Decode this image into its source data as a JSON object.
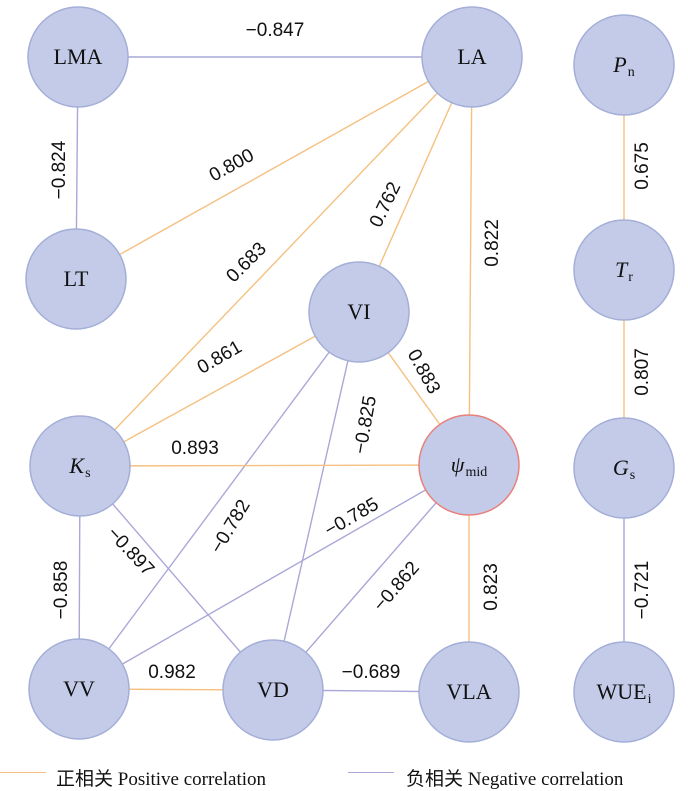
{
  "colors": {
    "positive": "#f5c080",
    "negative": "#a9a8d8",
    "node_fill": "#c3cbe9",
    "node_stroke": "#a4afd8",
    "highlight_stroke": "#e8807c"
  },
  "nodes": {
    "LMA": {
      "main": "LMA",
      "sub": ""
    },
    "LA": {
      "main": "LA",
      "sub": ""
    },
    "Pn": {
      "main": "P",
      "sub": "n"
    },
    "LT": {
      "main": "LT",
      "sub": ""
    },
    "VI": {
      "main": "VI",
      "sub": ""
    },
    "Tr": {
      "main": "T",
      "sub": "r"
    },
    "Ks": {
      "main": "K",
      "sub": "s"
    },
    "psi": {
      "main": "ψ",
      "sub": "mid"
    },
    "Gs": {
      "main": "G",
      "sub": "s"
    },
    "VV": {
      "main": "VV",
      "sub": ""
    },
    "VD": {
      "main": "VD",
      "sub": ""
    },
    "VLA": {
      "main": "VLA",
      "sub": ""
    },
    "WUE": {
      "main": "WUE",
      "sub": "i"
    }
  },
  "edges": [
    {
      "from": "LMA",
      "to": "LA",
      "label": "−0.847",
      "sign": "negative"
    },
    {
      "from": "LMA",
      "to": "LT",
      "label": "−0.824",
      "sign": "negative"
    },
    {
      "from": "LT",
      "to": "LA",
      "label": "0.800",
      "sign": "positive"
    },
    {
      "from": "LA",
      "to": "Ks",
      "label": "0.683",
      "sign": "positive"
    },
    {
      "from": "LA",
      "to": "VI",
      "label": "0.762",
      "sign": "positive"
    },
    {
      "from": "LA",
      "to": "psi",
      "label": "0.822",
      "sign": "positive"
    },
    {
      "from": "VI",
      "to": "Ks",
      "label": "0.861",
      "sign": "positive"
    },
    {
      "from": "VI",
      "to": "psi",
      "label": "0.883",
      "sign": "positive"
    },
    {
      "from": "VI",
      "to": "VD",
      "label": "−0.825",
      "sign": "negative"
    },
    {
      "from": "VI",
      "to": "VV",
      "label": "−0.782",
      "sign": "negative"
    },
    {
      "from": "Ks",
      "to": "psi",
      "label": "0.893",
      "sign": "positive"
    },
    {
      "from": "Ks",
      "to": "VV",
      "label": "−0.858",
      "sign": "negative"
    },
    {
      "from": "Ks",
      "to": "VD",
      "label": "−0.897",
      "sign": "negative"
    },
    {
      "from": "psi",
      "to": "VV",
      "label": "−0.785",
      "sign": "negative"
    },
    {
      "from": "psi",
      "to": "VD",
      "label": "−0.862",
      "sign": "negative"
    },
    {
      "from": "psi",
      "to": "VLA",
      "label": "0.823",
      "sign": "positive"
    },
    {
      "from": "VV",
      "to": "VD",
      "label": "0.982",
      "sign": "positive"
    },
    {
      "from": "VD",
      "to": "VLA",
      "label": "−0.689",
      "sign": "negative"
    },
    {
      "from": "Pn",
      "to": "Tr",
      "label": "0.675",
      "sign": "positive"
    },
    {
      "from": "Tr",
      "to": "Gs",
      "label": "0.807",
      "sign": "positive"
    },
    {
      "from": "Gs",
      "to": "WUE",
      "label": "−0.721",
      "sign": "negative"
    }
  ],
  "legend": {
    "positive": "正相关 Positive correlation",
    "negative": "负相关 Negative correlation"
  }
}
